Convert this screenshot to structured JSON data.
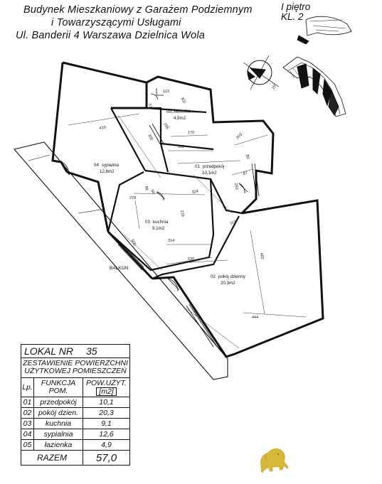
{
  "header": {
    "line1": "Budynek Mieszkaniowy z Garażem Podziemnym",
    "line2": "i Towarzyszącymi Usługami",
    "line3": "Ul. Banderii 4   Warszawa   Dzielnica Wola",
    "floor": "I piętro",
    "stair": "KL. 2"
  },
  "plan": {
    "balkon_label": "BALKON",
    "rooms": [
      {
        "num": "01",
        "name": "przedpokój",
        "area": "10,1m2"
      },
      {
        "num": "02",
        "name": "pokój dzienny",
        "area": "20,3m2"
      },
      {
        "num": "03",
        "name": "kuchnia",
        "area": "9,1m2"
      },
      {
        "num": "04",
        "name": "sypialnia",
        "area": "12,6m2"
      },
      {
        "num": "05",
        "name": "łazienka",
        "area": "4,9m2"
      }
    ],
    "dims": [
      "113",
      "57",
      "302",
      "265",
      "170",
      "300",
      "419",
      "352",
      "203",
      "80",
      "87",
      "263",
      "88",
      "56",
      "278",
      "219",
      "324",
      "500",
      "314",
      "113",
      "482",
      "530",
      "457",
      "444"
    ],
    "north_label": "29°"
  },
  "table": {
    "title_label": "LOKAL  NR",
    "title_number": "35",
    "subtitle_line1": "ZESTAWIENIE POWIERZCHNI",
    "subtitle_line2": "UŻYTKOWEJ POMIESZCZEŃ",
    "col_lp": "Lp.",
    "col_func_line1": "FUNKCJA",
    "col_func_line2": "POM.",
    "col_area_line1": "POW.UŻYT.",
    "col_area_line2": "[m2]",
    "rows": [
      {
        "lp": "01",
        "name": "przedpokój",
        "area": "10,1"
      },
      {
        "lp": "02",
        "name": "pokój dzien.",
        "area": "20,3"
      },
      {
        "lp": "03",
        "name": "kuchnia",
        "area": "9,1"
      },
      {
        "lp": "04",
        "name": "sypialnia",
        "area": "12,6"
      },
      {
        "lp": "05",
        "name": "łazienka",
        "area": "4,9"
      }
    ],
    "total_label": "RAZEM",
    "total_value": "57,0"
  },
  "colors": {
    "ink": "#111111",
    "elephant": "#d8b83a"
  },
  "icons": [
    "north-arrow-icon",
    "key-plan-icon",
    "elephant-logo-icon"
  ]
}
